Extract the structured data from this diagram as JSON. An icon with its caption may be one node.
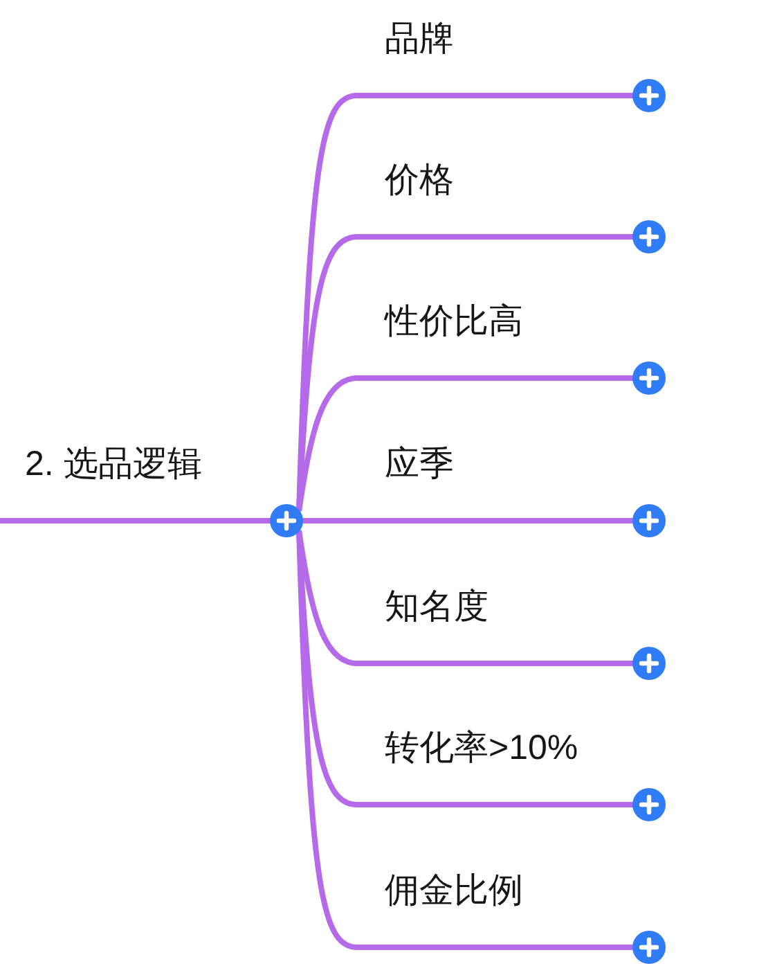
{
  "diagram": {
    "nodes": [
      {
        "text": [
          "2. 选品逻辑"
        ]
      },
      {
        "text": [
          "品牌"
        ]
      },
      {
        "text": [
          "价格"
        ]
      },
      {
        "text": [
          "性价比高"
        ]
      },
      {
        "text": [
          "应季"
        ]
      },
      {
        "text": [
          "知名度"
        ]
      },
      {
        "text": [
          "转化率>10%"
        ]
      },
      {
        "text": [
          "佣金比例"
        ]
      }
    ],
    "edges": [
      {
        "from": 0,
        "to": 1,
        "arrow": "none"
      },
      {
        "from": 0,
        "to": 2,
        "arrow": "none"
      },
      {
        "from": 0,
        "to": 3,
        "arrow": "none"
      },
      {
        "from": 0,
        "to": 4,
        "arrow": "none"
      },
      {
        "from": 0,
        "to": 5,
        "arrow": "none"
      },
      {
        "from": 0,
        "to": 6,
        "arrow": "none"
      },
      {
        "from": 0,
        "to": 7,
        "arrow": "none"
      }
    ]
  }
}
